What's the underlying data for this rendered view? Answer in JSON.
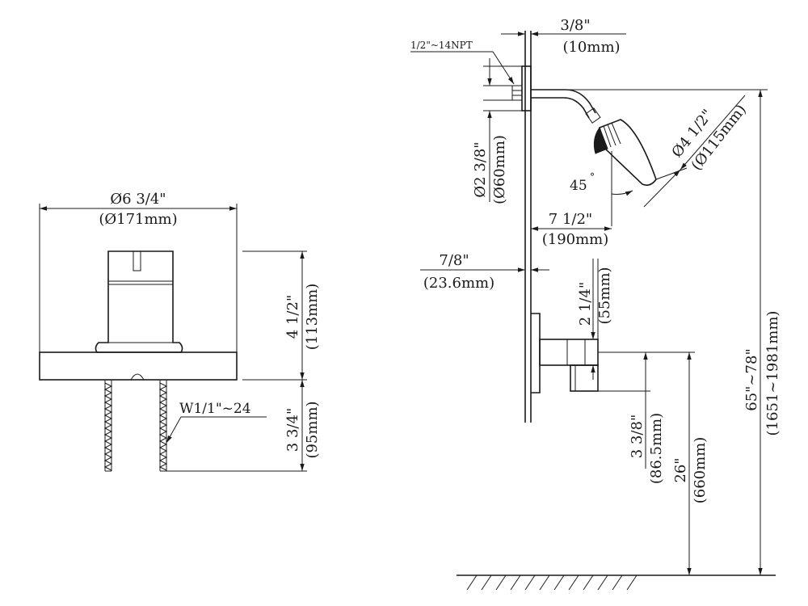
{
  "valve_view": {
    "diameter_in": "Ø6 3/4\"",
    "diameter_mm": "(Ø171mm)",
    "height_in": "4 1/2\"",
    "height_mm": "(113mm)",
    "thread_label": "W1/1\"~24",
    "stem_in": "3 3/4\"",
    "stem_mm": "(95mm)"
  },
  "side_view": {
    "pipe_thread": "1/2\"~14NPT",
    "wall_gap_in": "3/8\"",
    "wall_gap_mm": "(10mm)",
    "flange_in": "Ø2 3/8\"",
    "flange_mm": "(Ø60mm)",
    "head_dia_in": "Ø4 1/2\"",
    "head_dia_mm": "(Ø115mm)",
    "angle": "45",
    "degree_mark": "°",
    "arm_reach_in": "7 1/2\"",
    "arm_reach_mm": "(190mm)",
    "plate_offset_in": "7/8\"",
    "plate_offset_mm": "(23.6mm)",
    "handle_in": "2 1/4\"",
    "handle_mm": "(55mm)",
    "spout_in": "3 3/8\"",
    "spout_mm": "(86.5mm)",
    "valve_height_in": "26\"",
    "valve_height_mm": "(660mm)",
    "head_height_in": "65\"~78\"",
    "head_height_mm": "(1651~1981mm)"
  }
}
